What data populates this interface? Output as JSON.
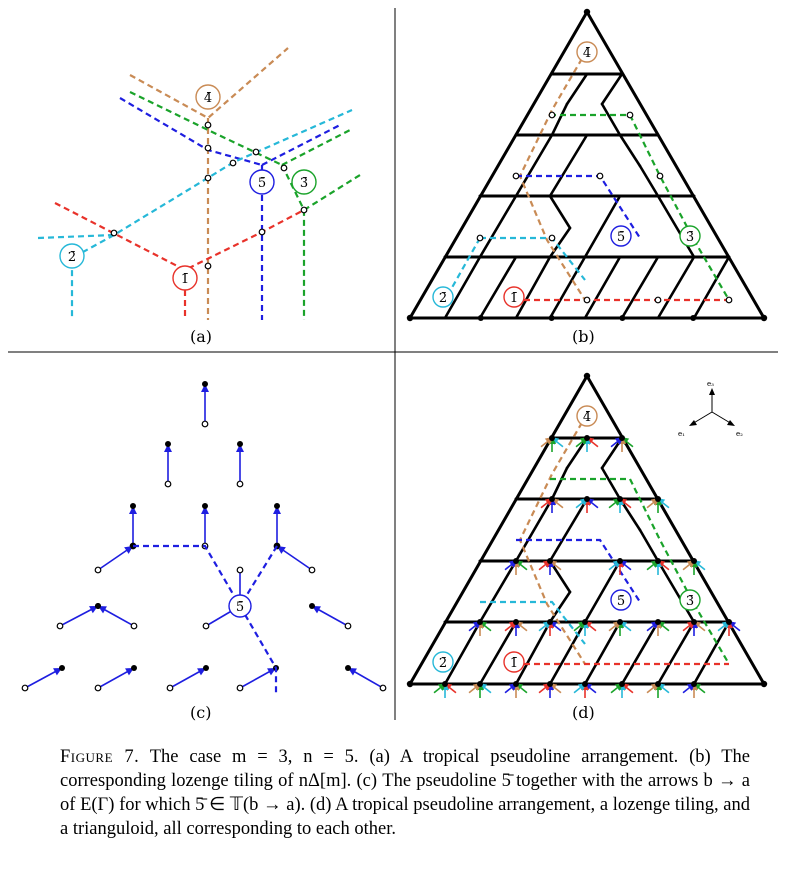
{
  "panels": {
    "a": {
      "label": "(a)"
    },
    "b": {
      "label": "(b)"
    },
    "c": {
      "label": "(c)"
    },
    "d": {
      "label": "(d)"
    }
  },
  "pseudolines": {
    "bar1": {
      "label": "1̄",
      "color": "#e8322a"
    },
    "bar2": {
      "label": "2̄",
      "color": "#26b8d8"
    },
    "bar3": {
      "label": "3̄",
      "color": "#1aa32a"
    },
    "bar4": {
      "label": "4̄",
      "color": "#c98b55"
    },
    "bar5": {
      "label": "5̄",
      "color": "#1e1ee0"
    }
  },
  "axes": {
    "e1": "e₁",
    "e2": "e₂",
    "e3": "e₃"
  },
  "caption": {
    "fig_number": "Figure 7.",
    "text": "The case m = 3, n = 5. (a) A tropical pseudoline arrangement. (b) The corresponding lozenge tiling of nΔ[m]. (c) The pseudoline 5̄ together with the arrows b → a of E(Γ) for which 5̄ ∈ 𝕋(b → a). (d) A tropical pseudoline arrangement, a lozenge tiling, and a trianguloid, all corresponding to each other."
  }
}
